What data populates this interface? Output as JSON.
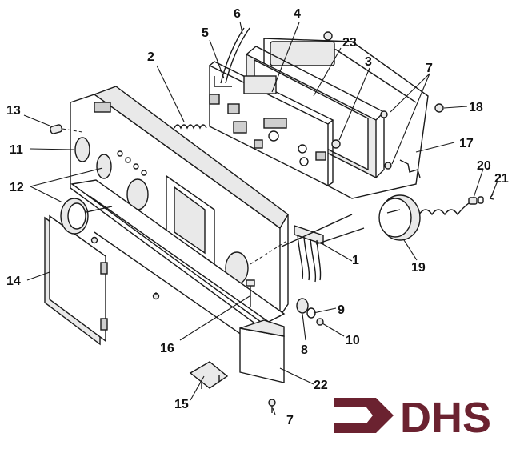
{
  "diagram": {
    "callouts": [
      "1",
      "2",
      "3",
      "4",
      "5",
      "6",
      "7",
      "8",
      "9",
      "10",
      "11",
      "12",
      "13",
      "14",
      "15",
      "16",
      "17",
      "18",
      "19",
      "20",
      "21",
      "22",
      "23"
    ]
  },
  "logo": {
    "text": "DHS",
    "color": "#6b2230"
  }
}
